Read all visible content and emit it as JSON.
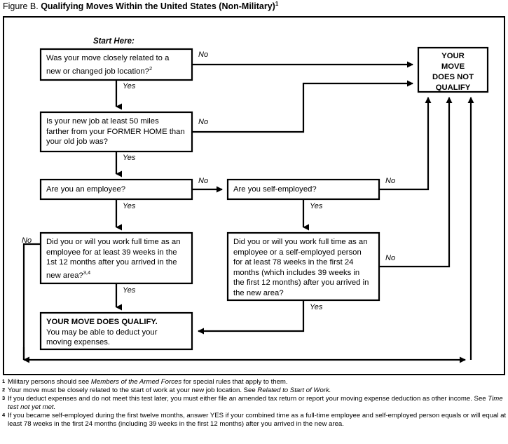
{
  "figure": {
    "label": "Figure B.",
    "title": "Qualifying Moves Within the United States (Non-Military)",
    "title_footnote_marker": "1"
  },
  "diagram": {
    "start_label": "Start Here:",
    "nodes": {
      "q1": {
        "id": "q1",
        "type": "decision",
        "line1": "Was your move closely related to a",
        "line2": "new or changed job location?",
        "footnote_marker": "2"
      },
      "q2": {
        "id": "q2",
        "type": "decision",
        "line1": "Is your new job at least 50 miles",
        "line2": "farther from your FORMER HOME than",
        "line3": "your old job was?"
      },
      "q3": {
        "id": "q3",
        "type": "decision",
        "line1": "Are you an employee?"
      },
      "q4": {
        "id": "q4",
        "type": "decision",
        "line1": "Are you self-employed?"
      },
      "q5": {
        "id": "q5",
        "type": "decision",
        "line1": "Did you or will you work full time as an",
        "line2": "employee for at least 39 weeks in the",
        "line3": "1st 12 months after you arrived in the",
        "line4": "new area?",
        "footnote_marker": "3,4"
      },
      "q6": {
        "id": "q6",
        "type": "decision",
        "line1": "Did you or will you work full time as an",
        "line2": "employee or a self-employed person",
        "line3": "for at least 78 weeks in the first 24",
        "line4": "months (which includes 39 weeks in",
        "line5": "the first 12 months) after you arrived in",
        "line6": "the new area?"
      },
      "qualify": {
        "id": "qualify",
        "type": "terminal",
        "headline": "YOUR MOVE DOES QUALIFY.",
        "line2": "You may be able to deduct your",
        "line3": "moving expenses."
      },
      "not_qualify": {
        "id": "not_qualify",
        "type": "terminal",
        "line1": "YOUR",
        "line2": "MOVE",
        "line3": "DOES NOT",
        "line4": "QUALIFY"
      }
    },
    "edge_labels": {
      "q1_no": "No",
      "q1_yes": "Yes",
      "q2_no": "No",
      "q2_yes": "Yes",
      "q3_no": "No",
      "q3_yes": "Yes",
      "q4_no": "No",
      "q4_yes": "Yes",
      "q5_no": "No",
      "q5_yes": "Yes",
      "q6_no": "No",
      "q6_yes": "Yes"
    }
  },
  "footnotes": [
    {
      "marker": "1",
      "parts": [
        {
          "text": "Military persons should see ",
          "style": "normal"
        },
        {
          "text": "Members of the Armed Forces",
          "style": "italic"
        },
        {
          "text": " for special rules that apply to them.",
          "style": "normal"
        }
      ]
    },
    {
      "marker": "2",
      "parts": [
        {
          "text": "Your move must be closely related to the start of work at your new job location. See ",
          "style": "normal"
        },
        {
          "text": "Related to Start of Work.",
          "style": "italic"
        }
      ]
    },
    {
      "marker": "3",
      "parts": [
        {
          "text": "If you deduct expenses and do not meet this test later, you must either file an amended tax return or report your moving expense deduction as other income. See ",
          "style": "normal"
        },
        {
          "text": "Time test not yet met.",
          "style": "italic"
        }
      ]
    },
    {
      "marker": "4",
      "parts": [
        {
          "text": "If you became self-employed during the first twelve months, answer YES if your combined time as a full-time employee and self-employed person equals or will equal at least 78 weeks in the first 24 months (including 39 weeks in the first 12 months) after you arrived in the new area.",
          "style": "normal"
        }
      ]
    }
  ],
  "colors": {
    "stroke": "#000000",
    "background": "#ffffff"
  }
}
